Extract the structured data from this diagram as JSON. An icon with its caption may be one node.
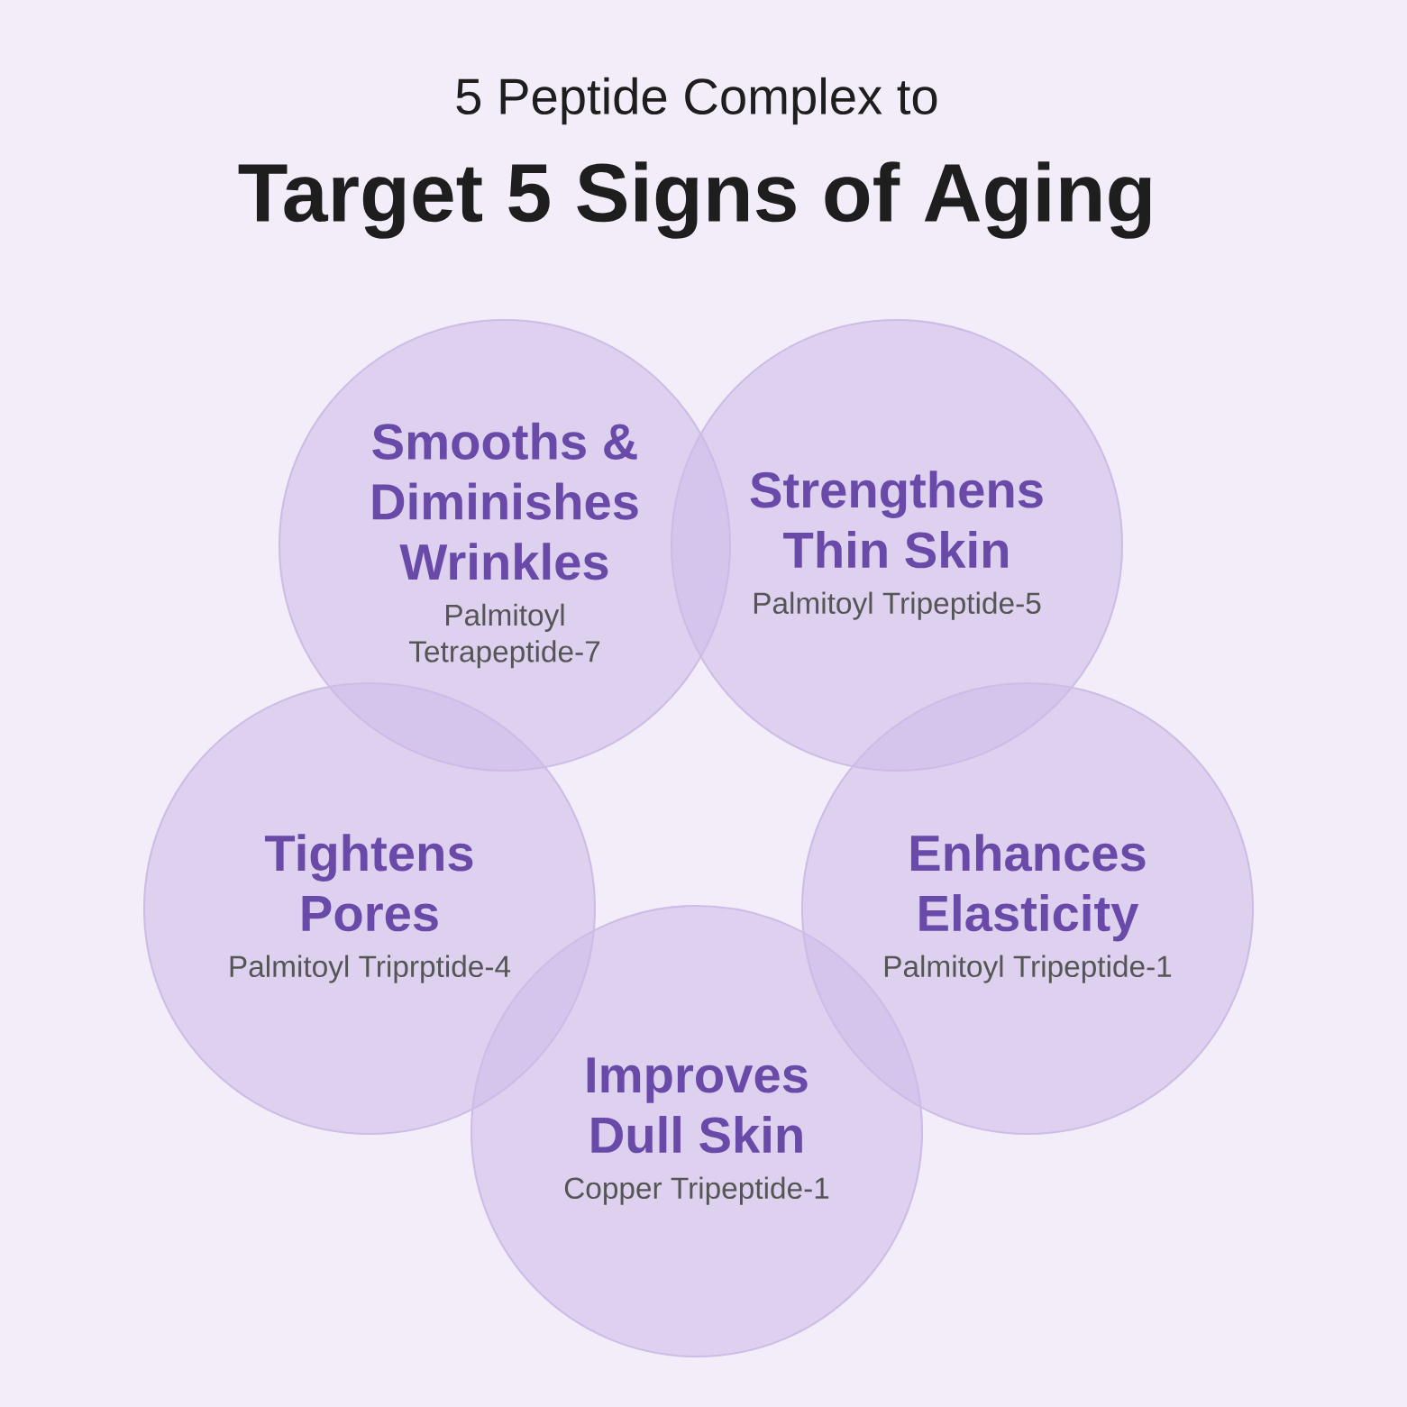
{
  "diagram": {
    "title": "Target 5 Signs of Aging",
    "nodes": [
      {
        "text": [
          "Smooths & Diminishes Wrinkles",
          "Palmitoyl Tetrapeptide-7"
        ]
      },
      {
        "text": [
          "Strengthens Thin Skin",
          "Palmitoyl Tripeptide-5"
        ]
      },
      {
        "text": [
          "Tightens Pores",
          "Palmitoyl Triprptide-4"
        ]
      },
      {
        "text": [
          "Enhances Elasticity",
          "Palmitoyl Tripeptide-1"
        ]
      },
      {
        "text": [
          "Improves Dull Skin",
          "Copper Tripeptide-1"
        ]
      }
    ],
    "labels": [
      "5 Peptide Complex to"
    ]
  }
}
